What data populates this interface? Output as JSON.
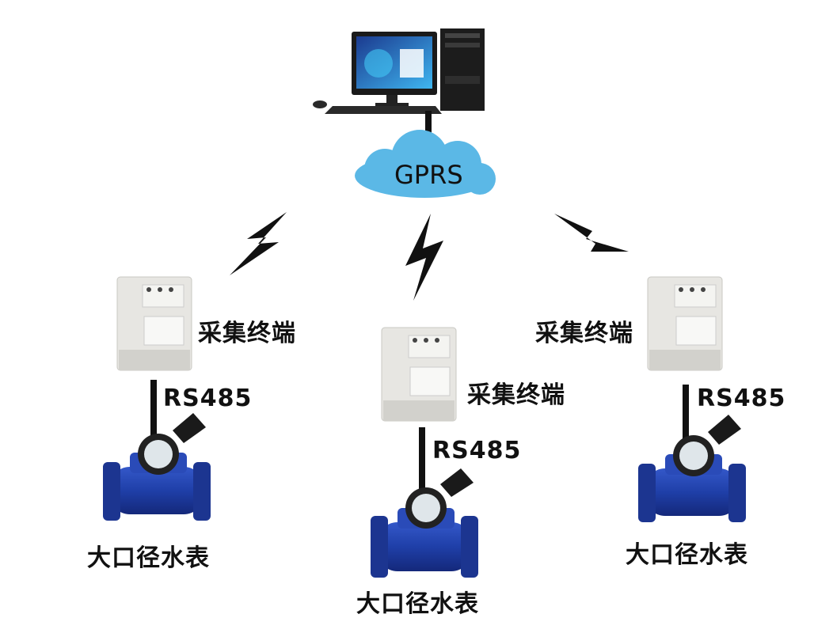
{
  "cloud": {
    "label": "GPRS"
  },
  "terminal_label": "采集终端",
  "bus_label": "RS485",
  "meter_label": "大口径水表",
  "colors": {
    "cloud": "#5bb8e6",
    "meter_body": "#1f3fa8",
    "terminal_body": "#e7e6e2",
    "bolt": "#111111",
    "wire": "#111111"
  },
  "icons": [
    "computer-icon",
    "cloud-icon",
    "lightning-bolt-icon",
    "collector-terminal-icon",
    "water-meter-icon"
  ]
}
